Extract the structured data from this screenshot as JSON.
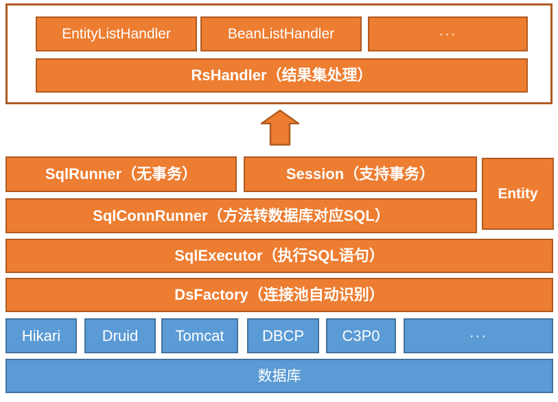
{
  "colors": {
    "orange_fill": "#ED7D31",
    "orange_border": "#AE5A21",
    "blue_fill": "#5B9BD5",
    "blue_border": "#41719C",
    "text_color": "#FFFFFF"
  },
  "result_layer": {
    "handlers": [
      "EntityListHandler",
      "BeanListHandler",
      "···"
    ],
    "rs_handler": "RsHandler（结果集处理）"
  },
  "orm_layer": {
    "sql_runner": "SqlRunner（无事务）",
    "session": "Session（支持事务）",
    "entity": "Entity",
    "sql_conn_runner": "SqlConnRunner（方法转数据库对应SQL）"
  },
  "exec_layer": {
    "sql_executor": "SqlExecutor（执行SQL语句）",
    "ds_factory": "DsFactory（连接池自动识别）"
  },
  "pool_layer": {
    "pools": [
      "Hikari",
      "Druid",
      "Tomcat",
      "DBCP",
      "C3P0",
      "···"
    ],
    "database": "数据库"
  }
}
